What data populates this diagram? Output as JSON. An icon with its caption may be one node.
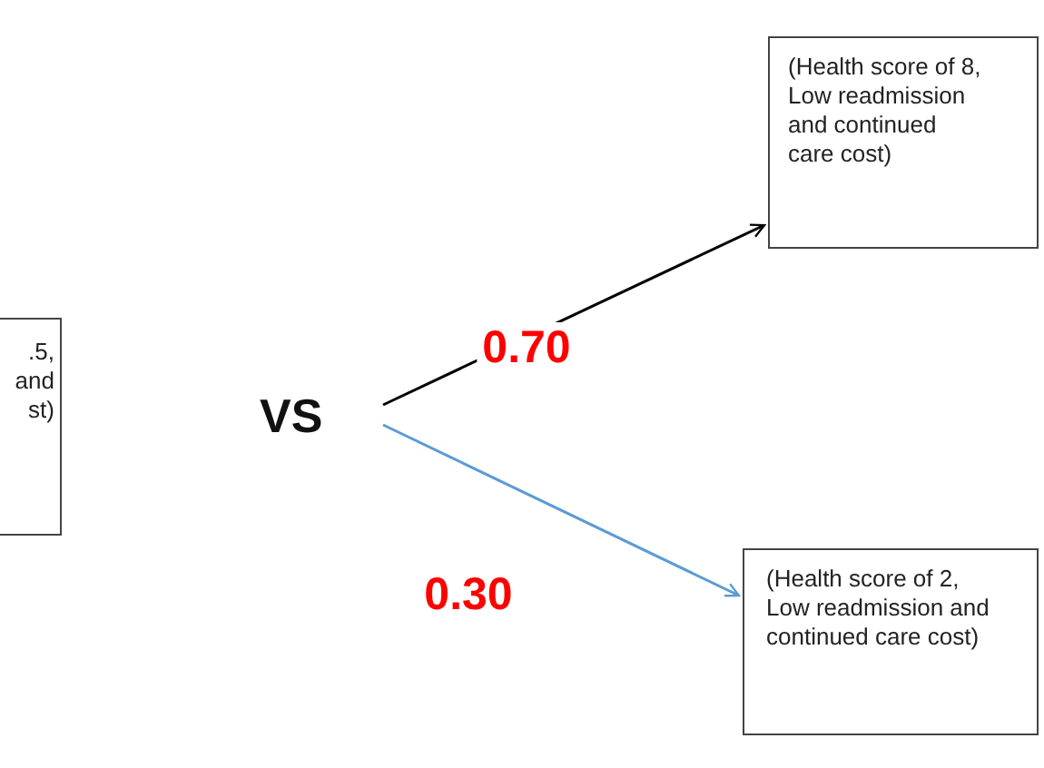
{
  "diagram": {
    "nodes": [
      {
        "text": [
          ".5, and st)"
        ]
      },
      {
        "text": [
          "VS"
        ]
      },
      {
        "text": [
          "(Health score of 8, Low readmission and continued care cost)"
        ]
      },
      {
        "text": [
          "(Health score of 2, Low readmission and continued care cost)"
        ]
      }
    ],
    "edges": [
      {
        "from": 1,
        "to": 2,
        "arrow": "to",
        "label": "0.70"
      },
      {
        "from": 1,
        "to": 3,
        "arrow": "to",
        "label": "0.30",
        "color": "#5b9bd5"
      }
    ]
  }
}
